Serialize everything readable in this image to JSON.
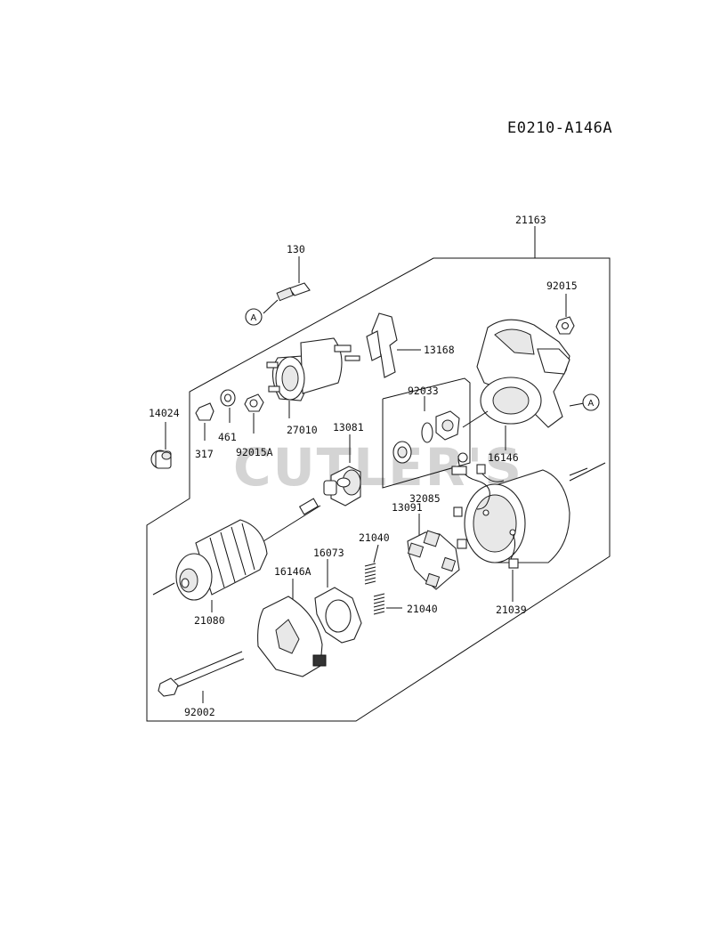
{
  "diagram_code": "E0210-A146A",
  "watermark": "CUTLER'S",
  "reference_marker": "A",
  "parts": {
    "p130": "130",
    "p21163": "21163",
    "p92015": "92015",
    "p13168": "13168",
    "p14024": "14024",
    "p461": "461",
    "p317": "317",
    "p92015A": "92015A",
    "p27010": "27010",
    "p13081": "13081",
    "p92033": "92033",
    "p16146": "16146",
    "p32085": "32085",
    "p13091": "13091",
    "p21040a": "21040",
    "p16073": "16073",
    "p16146A": "16146A",
    "p21040b": "21040",
    "p21080": "21080",
    "p21039": "21039",
    "p92002": "92002"
  }
}
